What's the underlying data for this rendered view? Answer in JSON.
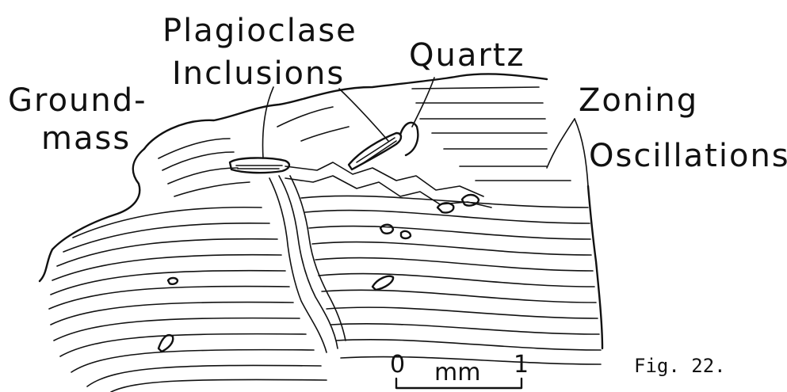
{
  "labels": {
    "plagioclase": "Plagioclase",
    "inclusions": "Inclusions",
    "quartz": "Quartz",
    "ground": "Ground-",
    "mass": "mass",
    "zoning": "Zoning",
    "oscillations": "Oscillations"
  },
  "scale_bar": {
    "start": "0",
    "unit": "mm",
    "end": "1"
  },
  "caption": "Fig. 22."
}
